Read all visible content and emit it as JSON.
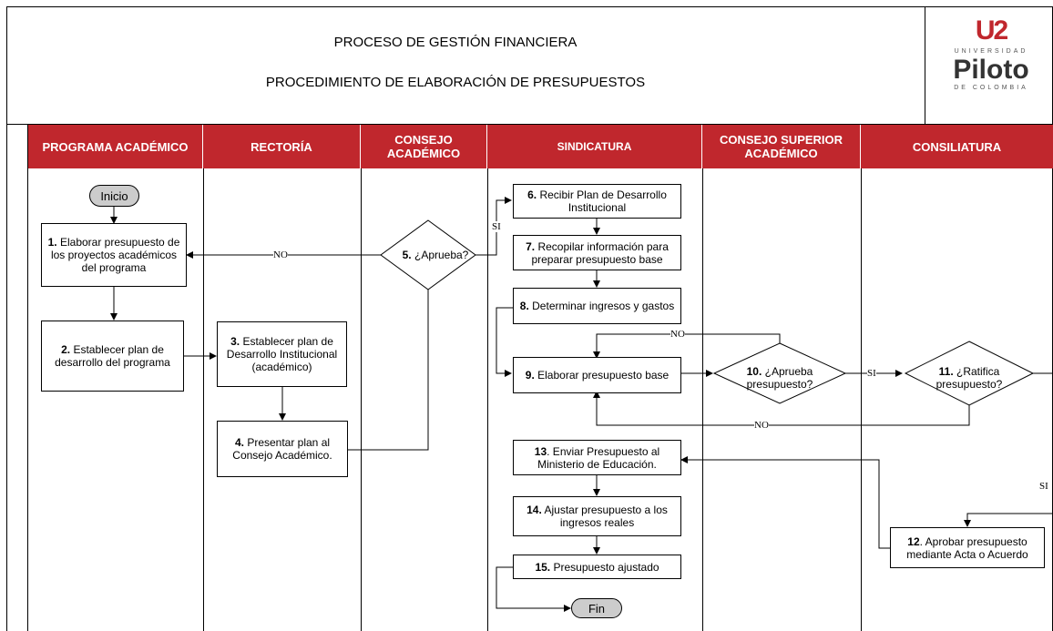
{
  "header": {
    "title1": "PROCESO DE GESTIÓN FINANCIERA",
    "title2": "PROCEDIMIENTO DE ELABORACIÓN DE PRESUPUESTOS"
  },
  "logo": {
    "mark": "U2",
    "top_text": "UNIVERSIDAD",
    "name": "Piloto",
    "bottom_text": "DE COLOMBIA"
  },
  "lanes": [
    "PROGRAMA ACADÉMICO",
    "RECTORÍA",
    "CONSEJO ACADÉMICO",
    "SINDICATURA",
    "CONSEJO SUPERIOR ACADÉMICO",
    "CONSILIATURA"
  ],
  "terminals": {
    "start": "Inicio",
    "end": "Fin"
  },
  "steps": {
    "s1": {
      "num": "1.",
      "text": "Elaborar presupuesto de los proyectos académicos del programa"
    },
    "s2": {
      "num": "2.",
      "text": "Establecer plan de desarrollo del programa"
    },
    "s3": {
      "num": "3.",
      "text": "Establecer plan de Desarrollo Institucional (académico)"
    },
    "s4": {
      "num": "4.",
      "text": "Presentar plan al Consejo Académico."
    },
    "s5": {
      "num": "5.",
      "text": "¿Aprueba?"
    },
    "s6": {
      "num": "6.",
      "text": "Recibir Plan de Desarrollo Institucional"
    },
    "s7": {
      "num": "7.",
      "text": "Recopilar información para preparar presupuesto base"
    },
    "s8": {
      "num": "8.",
      "text": "Determinar ingresos y gastos"
    },
    "s9": {
      "num": "9.",
      "text": "Elaborar presupuesto base"
    },
    "s10": {
      "num": "10.",
      "text": "¿Aprueba presupuesto?"
    },
    "s11": {
      "num": "11.",
      "text": "¿Ratifica presupuesto?"
    },
    "s12": {
      "num": "12",
      "text": ". Aprobar presupuesto mediante Acta o Acuerdo"
    },
    "s13": {
      "num": "13",
      "text": ". Enviar Presupuesto al Ministerio de Educación."
    },
    "s14": {
      "num": "14.",
      "text": "Ajustar presupuesto a los ingresos reales"
    },
    "s15": {
      "num": "15.",
      "text": "Presupuesto ajustado"
    }
  },
  "flow_labels": {
    "no1": "NO",
    "si1": "SI",
    "no2": "NO",
    "si2": "SI",
    "no3": "NO",
    "si3": "SI"
  }
}
